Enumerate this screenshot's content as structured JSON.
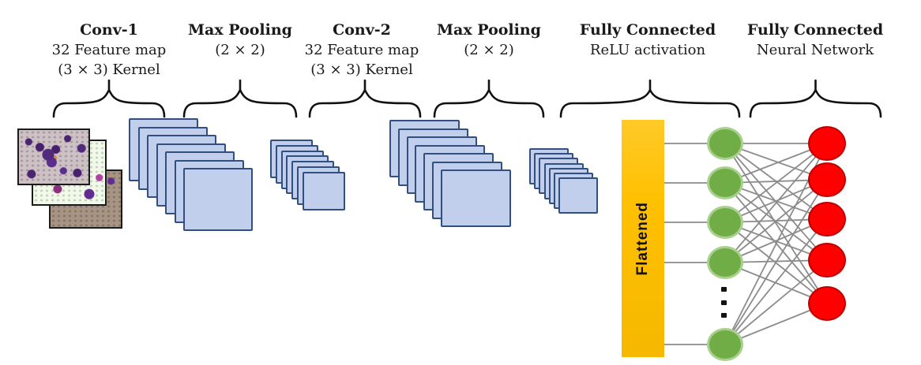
{
  "figure": {
    "title": "CNN architecture diagram",
    "groups": [
      {
        "key": "conv1",
        "title": "Conv-1",
        "sublines": [
          "32 Feature map",
          "(3 × 3) Kernel"
        ]
      },
      {
        "key": "pool1",
        "title": "Max Pooling",
        "sublines": [
          "(2 × 2)"
        ]
      },
      {
        "key": "conv2",
        "title": "Conv-2",
        "sublines": [
          "32 Feature map",
          "(3 × 3) Kernel"
        ]
      },
      {
        "key": "pool2",
        "title": "Max Pooling",
        "sublines": [
          "(2 × 2)"
        ]
      },
      {
        "key": "fc1",
        "title": "Fully Connected",
        "sublines": [
          "ReLU activation"
        ]
      },
      {
        "key": "fc2",
        "title": "Fully Connected",
        "sublines": [
          "Neural Network"
        ]
      }
    ],
    "input_image_count": 3,
    "stacks": [
      {
        "key": "conv1_maps",
        "count": 7
      },
      {
        "key": "pool1_maps",
        "count": 7
      },
      {
        "key": "conv2_maps",
        "count": 7
      },
      {
        "key": "pool2_maps",
        "count": 7
      }
    ],
    "flatten_label": "Flattened",
    "hidden_layer": {
      "count": 5,
      "fill": "#70AD47",
      "border": "#A9D18E"
    },
    "output_layer": {
      "count": 5,
      "fill": "#FE0000",
      "border": "#C00000"
    },
    "ellipsis_dot_count": 3,
    "colors": {
      "feature_map_fill": "#C2CFEC",
      "feature_map_border": "#31507F",
      "flatten_bar": "#FFC000",
      "wire": "#8C8C8C",
      "brace": "#111111",
      "text": "#1A1A1A"
    }
  }
}
